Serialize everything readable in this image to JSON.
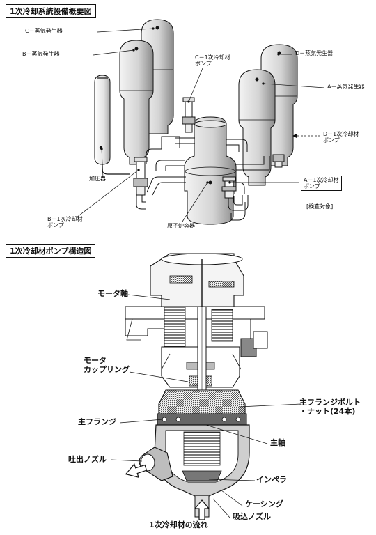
{
  "top_diagram": {
    "title": "1次冷却系統設備概要図",
    "labels": {
      "sg_c": "C－蒸気発生器",
      "sg_b": "B－蒸気発生器",
      "sg_d": "D－蒸気発生器",
      "sg_a": "A－蒸気発生器",
      "pump_c": "C－1次冷却材\nポンプ",
      "pump_d": "D－1次冷却材\nポンプ",
      "pump_a": "A－1次冷却材\nポンプ",
      "pump_b": "B－1次冷却材\nポンプ",
      "pressurizer": "加圧器",
      "reactor_vessel": "原子炉容器",
      "inspection_target": "[検査対象]"
    }
  },
  "bottom_diagram": {
    "title": "1次冷却材ポンプ構造図",
    "labels": {
      "motor_shaft": "モータ軸",
      "motor_coupling": "モータ\nカップリング",
      "main_flange": "主フランジ",
      "flange_bolt": "主フランジボルト\n・ナット(24本)",
      "main_shaft": "主軸",
      "discharge_nozzle": "吐出ノズル",
      "impeller": "インペラ",
      "casing": "ケーシング",
      "suction_nozzle": "吸込ノズル",
      "coolant_flow": "1次冷却材の流れ"
    }
  },
  "colors": {
    "ink": "#111111",
    "paper": "#ffffff",
    "shade": "#cccccc",
    "dark": "#555555"
  }
}
